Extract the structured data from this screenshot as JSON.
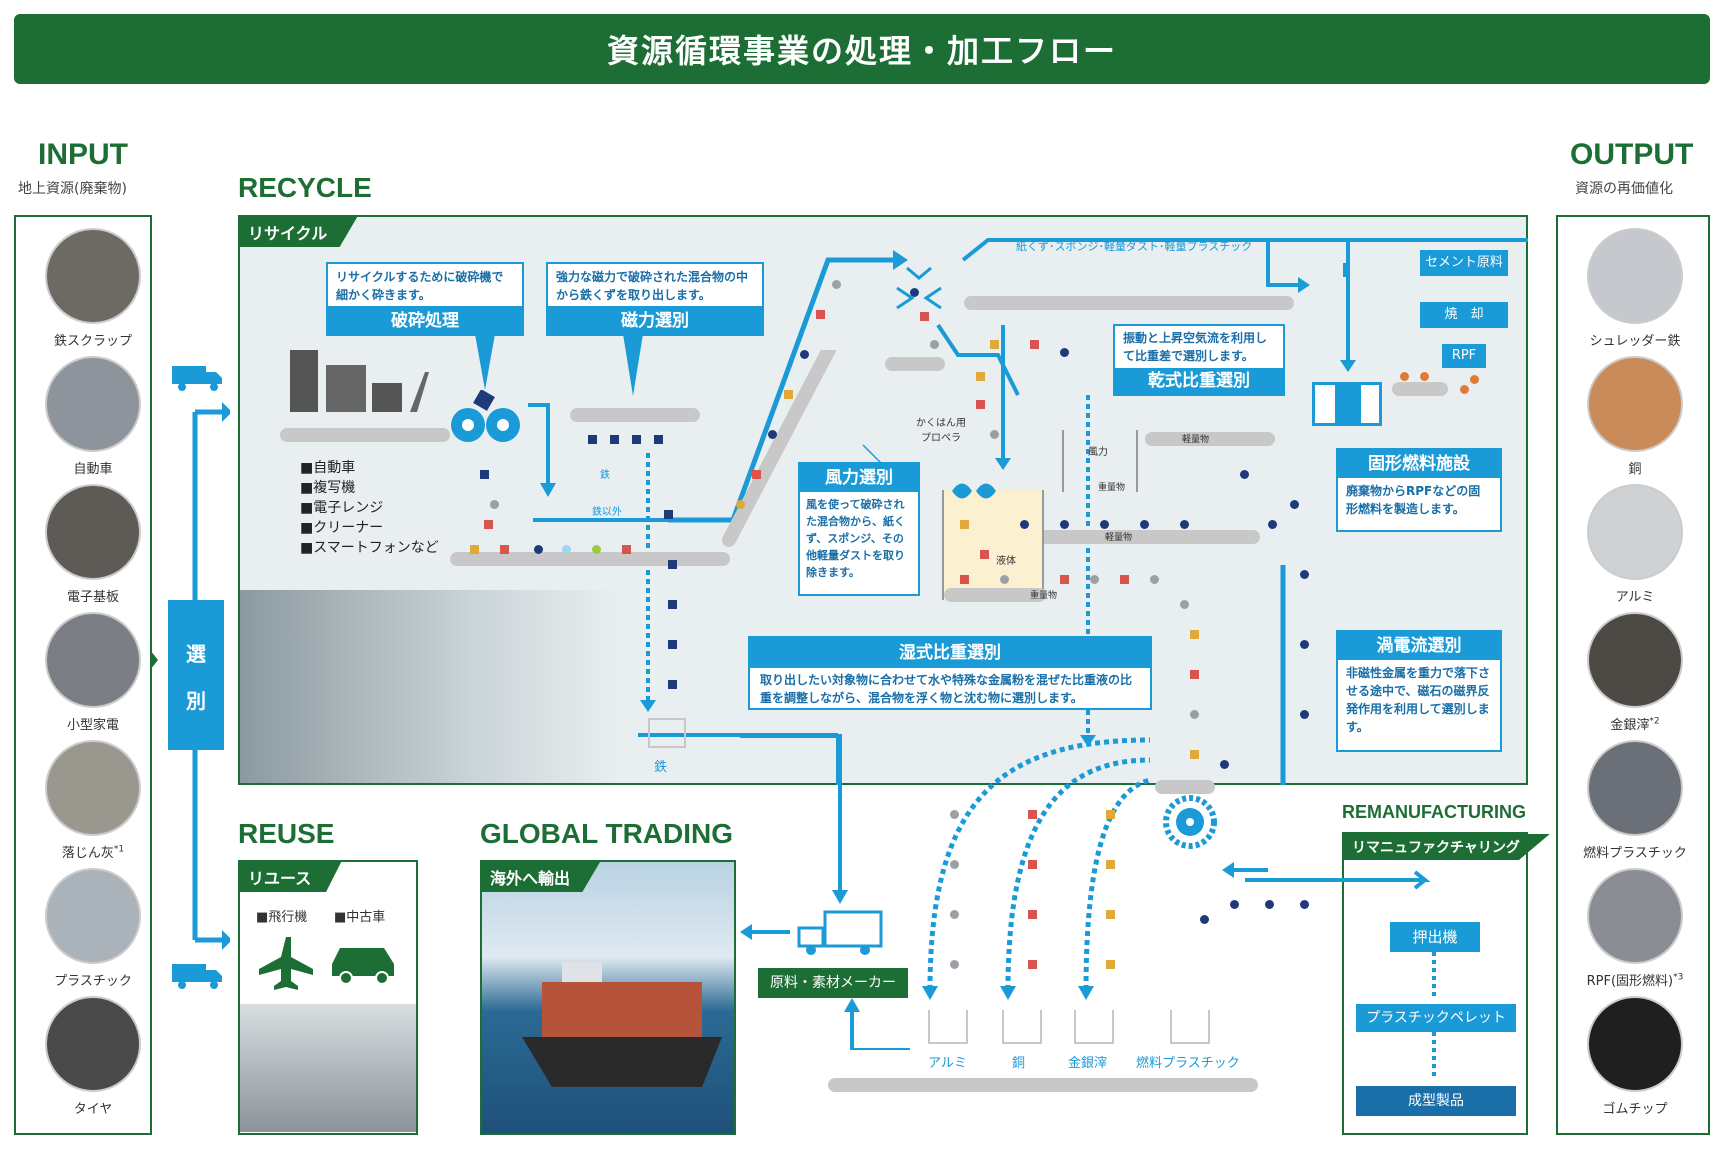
{
  "title": "資源循環事業の処理・加工フロー",
  "input": {
    "heading": "INPUT",
    "sub": "地上資源(廃棄物)",
    "items": [
      {
        "label": "鉄スクラップ",
        "icon": "scrap-metal-photo"
      },
      {
        "label": "自動車",
        "icon": "car-photo"
      },
      {
        "label": "電子基板",
        "icon": "circuit-board-photo"
      },
      {
        "label": "小型家電",
        "icon": "small-appliance-photo"
      },
      {
        "label": "落じん灰",
        "sup": "*1",
        "icon": "ash-photo"
      },
      {
        "label": "プラスチック",
        "icon": "plastic-photo"
      },
      {
        "label": "タイヤ",
        "icon": "tire-photo"
      }
    ],
    "sort_label_1": "選",
    "sort_label_2": "別"
  },
  "output": {
    "heading": "OUTPUT",
    "sub": "資源の再価値化",
    "items": [
      {
        "label": "シュレッダー鉄",
        "icon": "shredded-iron-photo"
      },
      {
        "label": "銅",
        "icon": "copper-photo"
      },
      {
        "label": "アルミ",
        "icon": "aluminum-photo"
      },
      {
        "label": "金銀滓",
        "sup": "*2",
        "icon": "gold-silver-slag-photo"
      },
      {
        "label": "燃料プラスチック",
        "icon": "fuel-plastic-photo"
      },
      {
        "label": "RPF(固形燃料)",
        "sup": "*3",
        "icon": "rpf-photo"
      },
      {
        "label": "ゴムチップ",
        "icon": "rubber-chip-photo"
      }
    ]
  },
  "recycle": {
    "heading": "RECYCLE",
    "tag": "リサイクル",
    "crush": {
      "desc": "リサイクルするために破砕機で細かく砕きます。",
      "title": "破砕処理"
    },
    "magnet": {
      "desc": "強力な磁力で破砕された混合物の中から鉄くずを取り出します。",
      "title": "磁力選別"
    },
    "wind": {
      "title": "風力選別",
      "desc": "風を使って破砕された混合物から、紙くず、スポンジ、その他軽量ダストを取り除きます。"
    },
    "dry": {
      "desc": "振動と上昇空気流を利用して比重差で選別します。",
      "title": "乾式比重選別"
    },
    "wet": {
      "title": "湿式比重選別",
      "desc": "取り出したい対象物に合わせて水や特殊な金属粉を混ぜた比重液の比重を調整しながら、混合物を浮く物と沈む物に選別します。"
    },
    "eddy": {
      "title": "渦電流選別",
      "desc": "非磁性金属を重力で落下させる途中で、磁石の磁界反発作用を利用して選別します。"
    },
    "solid": {
      "title": "固形燃料施設",
      "desc": "廃棄物からRPFなどの固形燃料を製造します。"
    },
    "appliances": [
      "■自動車",
      "■複写機",
      "■電子レンジ",
      "■クリーナー",
      "■スマートフォンなど"
    ],
    "light_dust": "紙くず･スポンジ･軽量ダスト･軽量プラスチック",
    "cement": "セメント原料",
    "burn": "焼　却",
    "rpf": "RPF",
    "iron_small": "鉄",
    "non_iron": "鉄以外",
    "iron": "鉄",
    "propeller": "かくはん用\nプロペラ",
    "liquid": "液体",
    "heavy": "重量物",
    "light": "軽量物",
    "wind_small": "風力"
  },
  "reuse": {
    "heading": "REUSE",
    "tag": "リユース",
    "items": [
      "■飛行機",
      "■中古車"
    ]
  },
  "global": {
    "heading": "GLOBAL TRADING",
    "tag": "海外へ輸出"
  },
  "maker": "原料・素材メーカー",
  "sorted": [
    "アルミ",
    "銅",
    "金銀滓",
    "燃料プラスチック"
  ],
  "reman": {
    "heading": "REMANUFACTURING",
    "tag": "リマニュファクチャリング",
    "steps": [
      "押出機",
      "プラスチックペレット",
      "成型製品"
    ]
  },
  "colors": {
    "green": "#1d6e34",
    "blue": "#1a9ad6",
    "navy": "#1f3a7a",
    "copper": "#d9534f",
    "gold": "#e0a93a",
    "grey": "#9aa0a6"
  }
}
